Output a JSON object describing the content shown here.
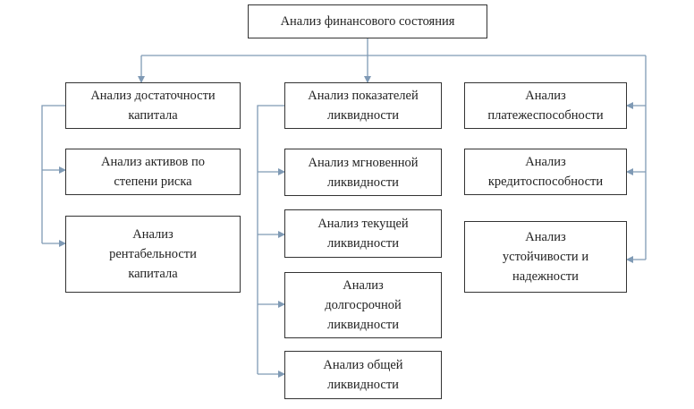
{
  "root": {
    "label": "Анализ финансового состояния"
  },
  "left_column": {
    "head": "Анализ достаточности\nкапитала",
    "items": [
      "Анализ активов по\nстепени риска",
      "Анализ\nрентабельности\nкапитала"
    ]
  },
  "middle_column": {
    "head": "Анализ показателей\nликвидности",
    "items": [
      "Анализ мгновенной\nликвидности",
      "Анализ текущей\nликвидности",
      "Анализ\nдолгосрочной\nликвидности",
      "Анализ общей\nликвидности"
    ]
  },
  "right_column": {
    "items": [
      "Анализ\nплатежеспособности",
      "Анализ\nкредитоспособности",
      "Анализ\nустойчивости и\nнадежности"
    ]
  },
  "colors": {
    "connector": "#7f9ab5",
    "border": "#333333"
  }
}
